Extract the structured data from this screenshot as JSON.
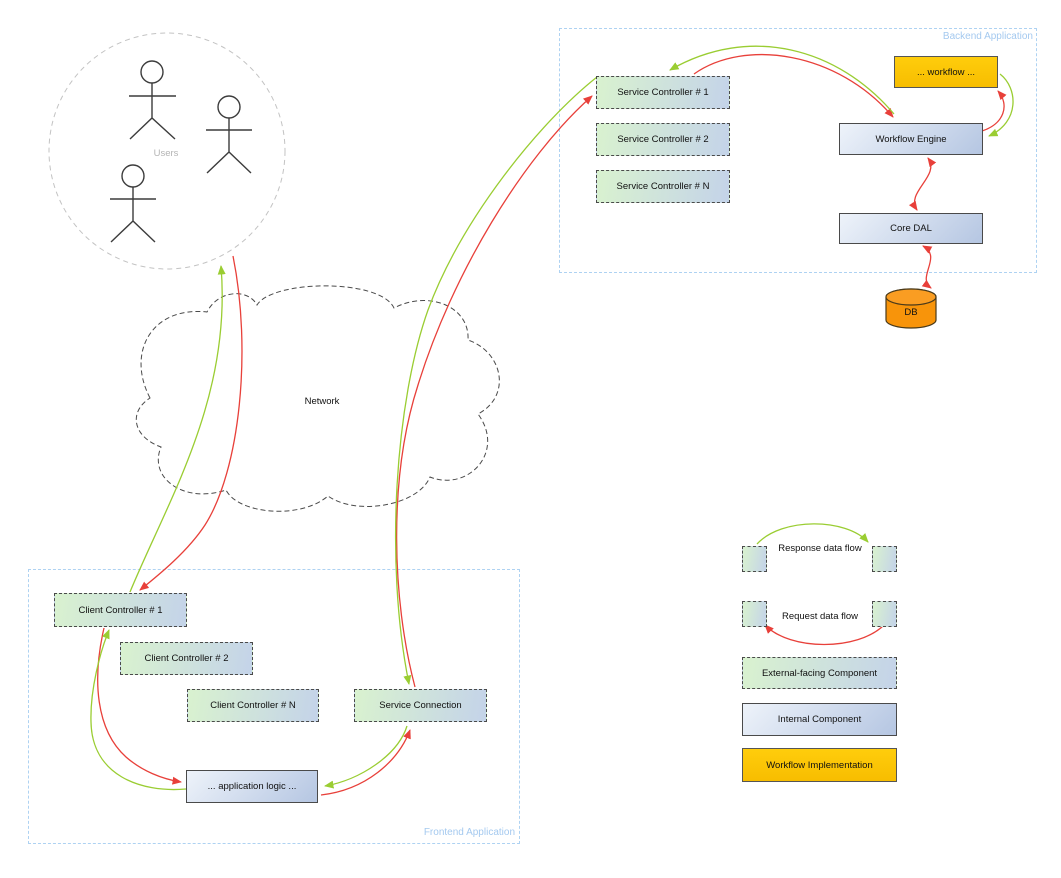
{
  "diagram": {
    "users": {
      "label": "Users"
    },
    "network": {
      "label": "Network"
    },
    "backend": {
      "label": "Backend Application",
      "service_controller_1": "Service Controller # 1",
      "service_controller_2": "Service Controller # 2",
      "service_controller_n": "Service Controller # N",
      "workflow": "... workflow ...",
      "workflow_engine": "Workflow Engine",
      "core_dal": "Core DAL",
      "db": "DB"
    },
    "frontend": {
      "label": "Frontend Application",
      "client_controller_1": "Client Controller # 1",
      "client_controller_2": "Client Controller # 2",
      "client_controller_n": "Client Controller # N",
      "service_connection": "Service Connection",
      "application_logic": "... application logic ..."
    },
    "legend": {
      "response": "Response data flow",
      "request": "Request data flow",
      "external": "External-facing Component",
      "internal": "Internal Component",
      "workflow_impl": "Workflow Implementation"
    },
    "colors": {
      "response_flow": "#9acd32",
      "request_flow": "#e8403a",
      "region_accent": "#a4c9ef",
      "workflow_gold": "#fdc806",
      "db_orange": "#f8940a",
      "external_gradient_start": "#d9f2cf",
      "external_gradient_end": "#c4d3e9",
      "internal_gradient_start": "#eef3fa",
      "internal_gradient_end": "#b5c6e2"
    }
  }
}
